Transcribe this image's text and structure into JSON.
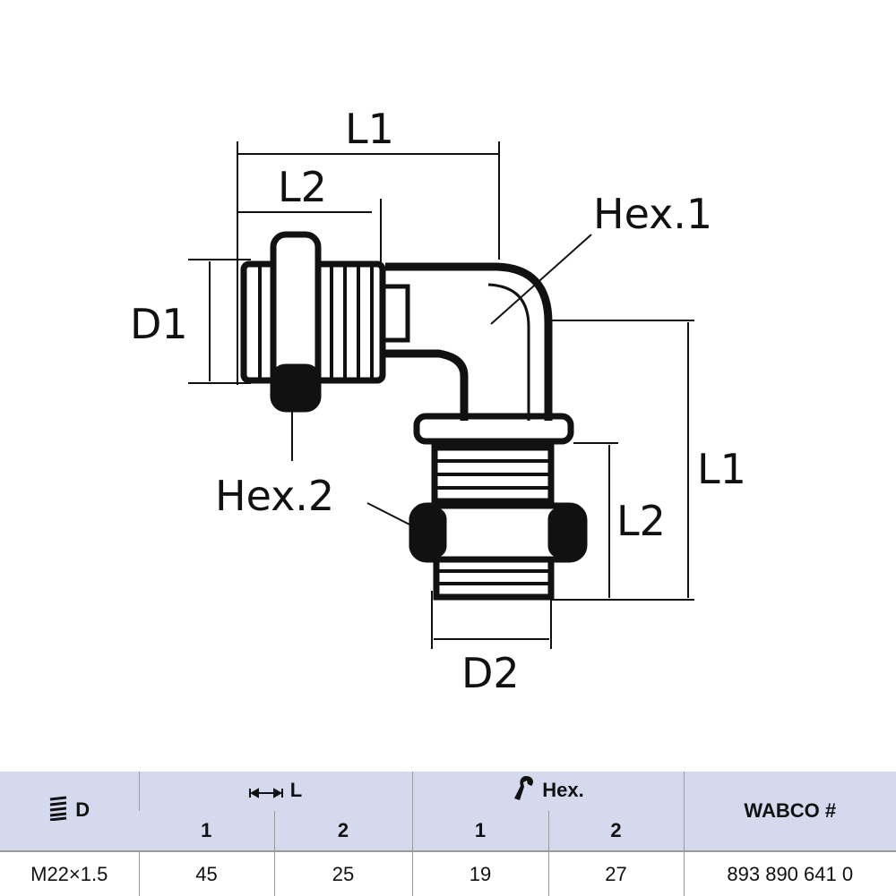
{
  "drawing": {
    "labels": {
      "top_l1": "L1",
      "top_l2": "L2",
      "d1": "D1",
      "hex1": "Hex.1",
      "hex2": "Hex.2",
      "right_l1": "L1",
      "right_l2": "L2",
      "d2": "D2"
    }
  },
  "table": {
    "headers": {
      "d": "D",
      "l": "L",
      "hex": "Hex.",
      "wabco": "WABCO #",
      "l1": "1",
      "l2": "2",
      "hex1": "1",
      "hex2": "2"
    },
    "icons": {
      "d": "thread-icon",
      "l": "length-arrow-icon",
      "hex": "wrench-icon"
    },
    "rows": [
      {
        "d": "M22×1.5",
        "l1": "45",
        "l2": "25",
        "hex1": "19",
        "hex2": "27",
        "wabco": "893 890 641 0"
      }
    ],
    "header_bg": "#d5d9ee"
  }
}
